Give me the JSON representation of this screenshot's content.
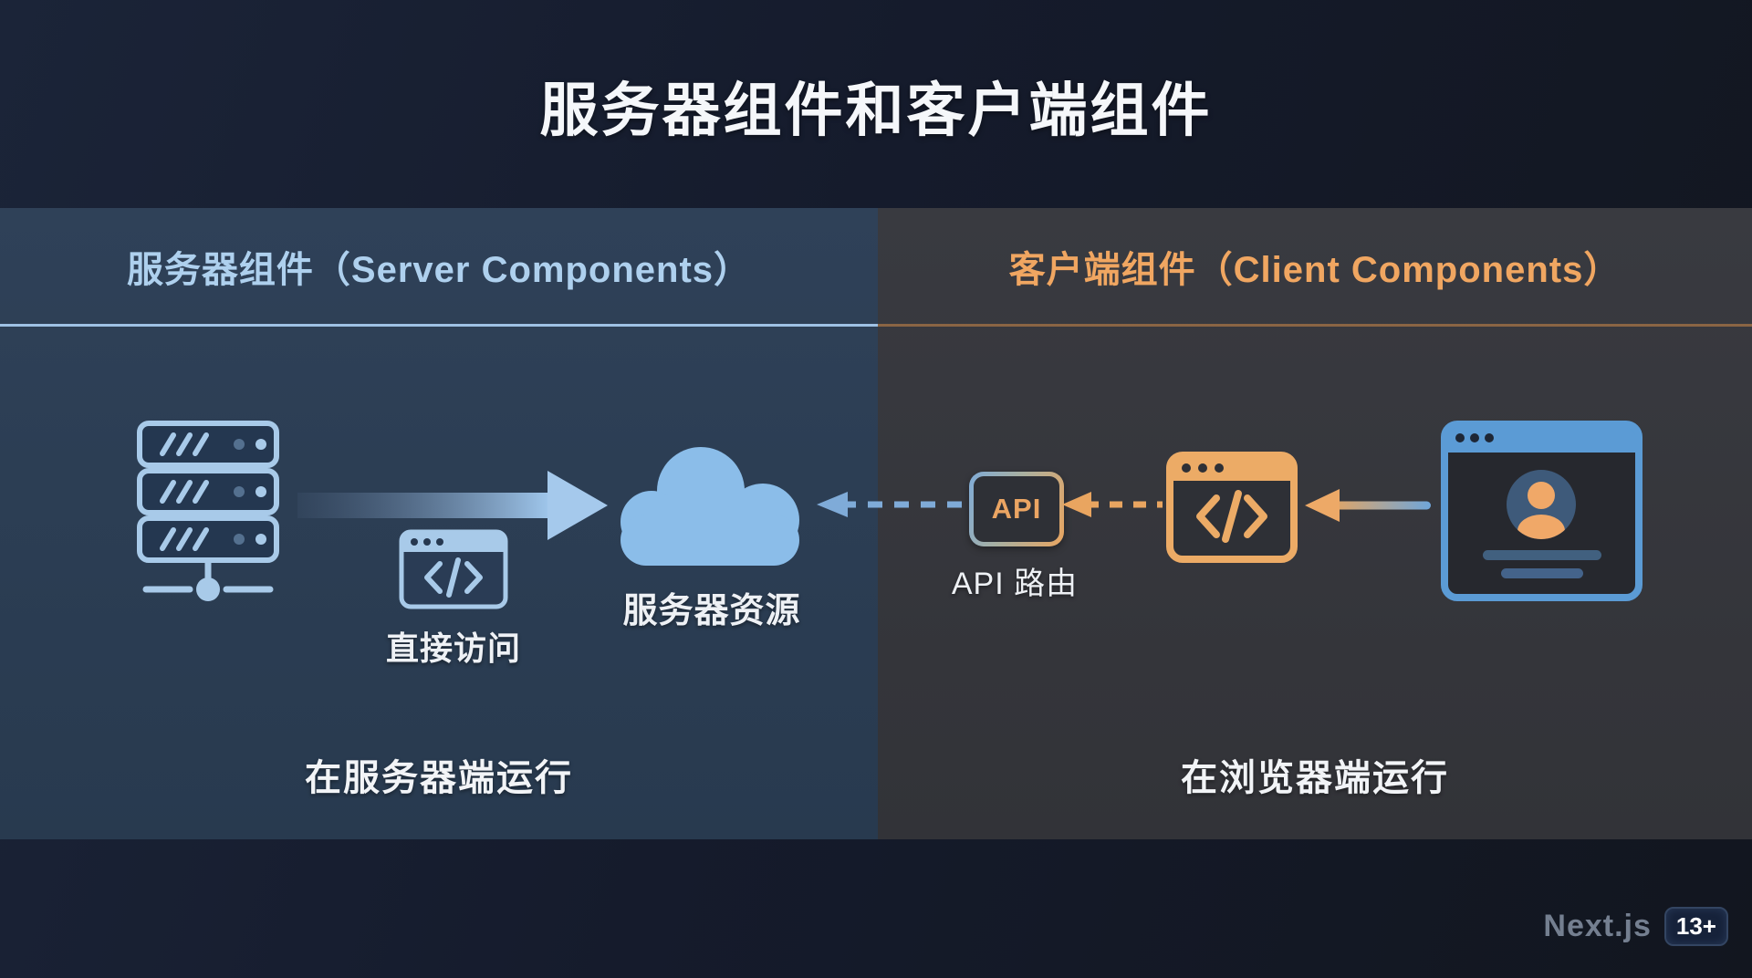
{
  "title": "服务器组件和客户端组件",
  "panels": {
    "server": {
      "header": "服务器组件（Server Components）",
      "direct_access_label": "直接访问",
      "cloud_label": "服务器资源",
      "run_label": "在服务器端运行"
    },
    "client": {
      "header": "客户端组件（Client Components）",
      "api_box_label": "API",
      "api_route_label": "API 路由",
      "run_label": "在浏览器端运行"
    }
  },
  "branding": {
    "name": "Next.js",
    "badge": "13+"
  },
  "icons": {
    "server_stack": "server-stack-icon",
    "code_window_blue": "code-window-icon",
    "code_window_orange": "code-window-icon",
    "cloud": "cloud-icon",
    "browser": "browser-window-icon",
    "avatar": "user-avatar-icon",
    "arrow_right": "arrow-right-icon",
    "dashed_arrow_blue": "dashed-arrow-left-icon",
    "dashed_arrow_orange": "dashed-arrow-left-icon",
    "arrow_left_gradient": "arrow-left-icon"
  },
  "colors": {
    "background": "#151b2c",
    "panel_server": "#2d3f56",
    "panel_client": "#37393e",
    "accent_blue": "#8bbde9",
    "accent_orange": "#ecab66",
    "header_blue": "#aed0ee",
    "header_orange": "#f0a661",
    "text_white": "#f2f4f7",
    "brand_gray": "#747f90"
  }
}
